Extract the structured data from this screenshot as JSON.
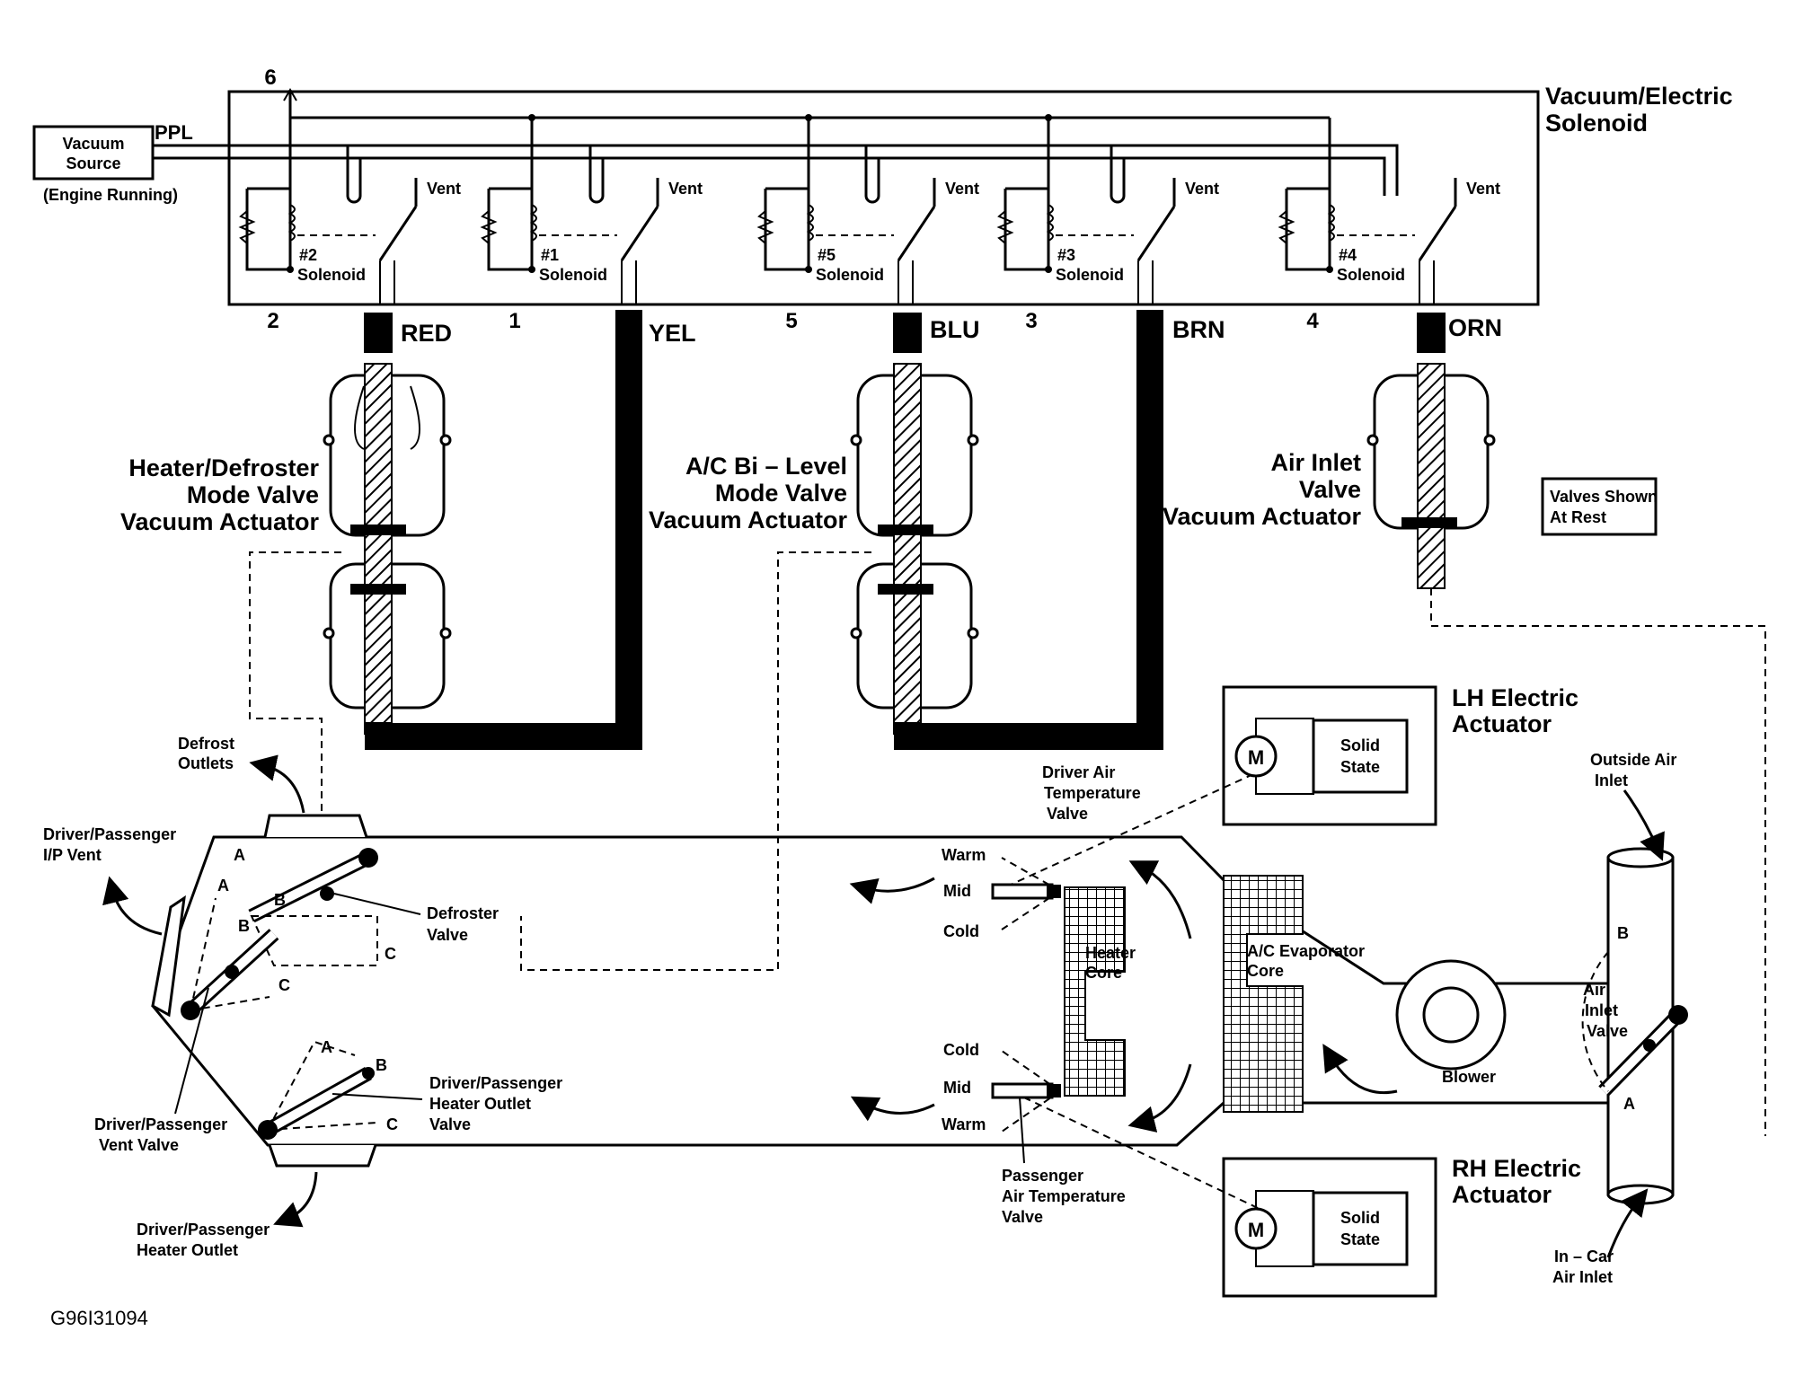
{
  "diagram": {
    "vacuum_source": {
      "line1": "Vacuum",
      "line2": "Source",
      "note": "(Engine Running)"
    },
    "ppl_label": "PPL",
    "solenoid_box": {
      "line1": "Vacuum/Electric",
      "line2": "Solenoid"
    },
    "solenoids": [
      {
        "name": "#2",
        "sub": "Solenoid",
        "vent": "Vent",
        "terminal": "2"
      },
      {
        "name": "#1",
        "sub": "Solenoid",
        "vent": "Vent",
        "terminal": "1"
      },
      {
        "name": "#5",
        "sub": "Solenoid",
        "vent": "Vent",
        "terminal": "5"
      },
      {
        "name": "#3",
        "sub": "Solenoid",
        "vent": "Vent",
        "terminal": "3"
      },
      {
        "name": "#4",
        "sub": "Solenoid",
        "vent": "Vent",
        "terminal": "4"
      }
    ],
    "top_terminal": "6",
    "hose_colors": [
      "RED",
      "YEL",
      "BLU",
      "BRN",
      "ORN"
    ],
    "actuators": {
      "heater_defroster": [
        "Heater/Defroster",
        "Mode Valve",
        "Vacuum Actuator"
      ],
      "ac_bilevel": [
        "A/C Bi – Level",
        "Mode Valve",
        "Vacuum Actuator"
      ],
      "air_inlet": [
        "Air Inlet",
        "Valve",
        "Vacuum Actuator"
      ]
    },
    "valves_shown": [
      "Valves Shown",
      "At Rest"
    ],
    "lh_actuator": {
      "line1": "LH Electric",
      "line2": "Actuator",
      "motor": "M",
      "solid1": "Solid",
      "solid2": "State"
    },
    "rh_actuator": {
      "line1": "RH Electric",
      "line2": "Actuator",
      "motor": "M",
      "solid1": "Solid",
      "solid2": "State"
    },
    "defrost_outlets": [
      "Defrost",
      "Outlets"
    ],
    "ip_vent": [
      "Driver/Passenger",
      "I/P Vent"
    ],
    "defroster_valve": [
      "Defroster",
      "Valve"
    ],
    "vent_valve": [
      "Driver/Passenger",
      "Vent Valve"
    ],
    "heater_outlet_valve": [
      "Driver/Passenger",
      "Heater Outlet",
      "Valve"
    ],
    "heater_outlet": [
      "Driver/Passenger",
      "Heater Outlet"
    ],
    "driver_temp_valve": [
      "Driver Air",
      "Temperature",
      "Valve"
    ],
    "passenger_temp_valve": [
      "Passenger",
      "Air Temperature",
      "Valve"
    ],
    "temp_positions_upper": [
      "Warm",
      "Mid",
      "Cold"
    ],
    "temp_positions_lower": [
      "Cold",
      "Mid",
      "Warm"
    ],
    "heater_core": [
      "Heater",
      "Core"
    ],
    "evaporator_core": [
      "A/C Evaporator",
      "Core"
    ],
    "blower": "Blower",
    "air_inlet_valve": [
      "Air",
      "Inlet",
      "Valve"
    ],
    "outside_air_inlet": [
      "Outside Air",
      "Inlet"
    ],
    "incar_air_inlet": [
      "In – Car",
      "Air Inlet"
    ],
    "valve_positions": {
      "a": "A",
      "b": "B",
      "c": "C"
    },
    "figure_id": "G96I31094"
  }
}
